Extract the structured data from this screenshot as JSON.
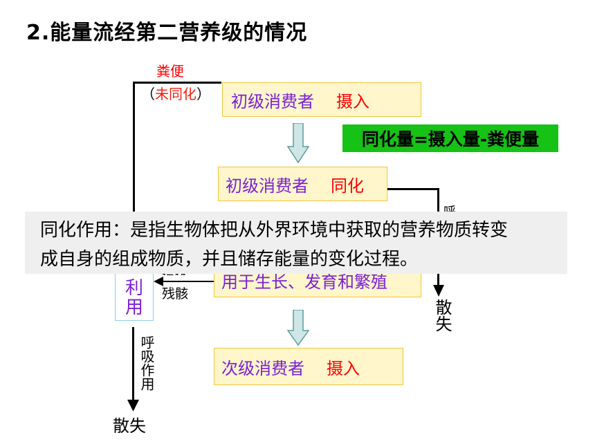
{
  "title": "2.能量流经第二营养级的情况",
  "left_label": {
    "feces": "粪便",
    "paren_open": "（",
    "not_assimilated": "未同化",
    "paren_close": "）"
  },
  "box1": {
    "main": "初级消费者",
    "accent": "摄入"
  },
  "formula": "同化量=摄入量-粪便量",
  "box2": {
    "main": "初级消费者",
    "accent": "同化"
  },
  "box3": {
    "main": "用于生长、发育和繁殖"
  },
  "box4": {
    "main": "次级消费者",
    "accent": "摄入"
  },
  "overlay": {
    "line1": "同化作用：是指生物体把从外界环境中获取的营养物质转变",
    "line2": "成自身的组成物质，并且储存能量的变化过程。"
  },
  "side_box": {
    "line1": "利",
    "line2": "用"
  },
  "remains_label": {
    "partial": "遗体",
    "line2": "残骸"
  },
  "respiration_partial": "呼",
  "right_dissipate": "散失",
  "bottom_respiration": "呼吸作用",
  "bottom_dissipate": "散失",
  "colors": {
    "box_fill": "#fff6cc",
    "box_border": "#f0c43a",
    "accent_red": "#ff0000",
    "text_purple": "#7a1fd6",
    "formula_green": "#16c216",
    "overlay_gray": "#efefef"
  }
}
